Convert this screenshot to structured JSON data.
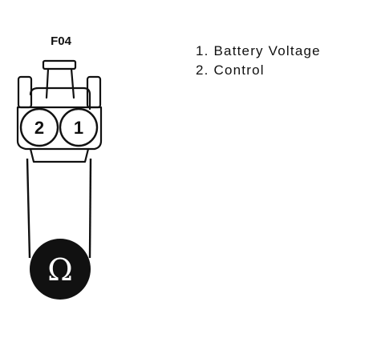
{
  "connector": {
    "id": "F04",
    "pins": [
      {
        "label": "2"
      },
      {
        "label": "1"
      }
    ]
  },
  "legend": {
    "items": [
      "1. Battery Voltage",
      "2. Control"
    ]
  },
  "meter": {
    "symbol": "Ω",
    "icon": "ohmmeter-icon"
  },
  "colors": {
    "line": "#111111",
    "meter_fill": "#111111",
    "meter_symbol": "#ffffff"
  }
}
